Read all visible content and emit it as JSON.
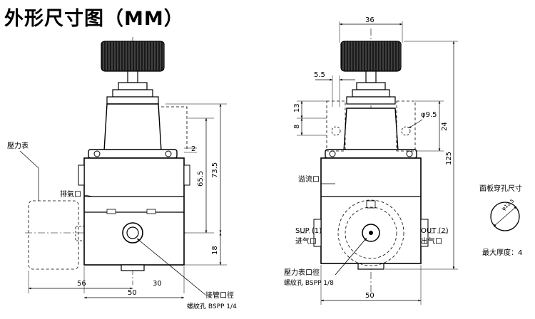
{
  "title": "外形尺寸图（MM）",
  "front_view": {
    "labels": {
      "gauge": "壓力表",
      "exhaust": "排氣口",
      "piping_port": "接管口徑",
      "thread": "螺紋孔 BSPP 1/4"
    },
    "dims": {
      "d2": "2",
      "d65_5": "65.5",
      "d73_5": "73.5",
      "d18": "18",
      "d56": "56",
      "d50": "50",
      "d30": "30"
    }
  },
  "side_view": {
    "labels": {
      "relief": "溢流口",
      "sup": "SUP (1)",
      "inlet": "进气口",
      "out": "OUT (2)",
      "outlet": "出气口",
      "gauge_port": "壓力表口徑",
      "thread": "螺紋孔 BSPP 1/8"
    },
    "dims": {
      "d36": "36",
      "d5_5": "5.5",
      "d13": "13",
      "d8": "8",
      "phi9_5": "φ9.5",
      "d24": "24",
      "d125": "125",
      "d50": "50"
    }
  },
  "panel": {
    "title": "面板穿孔尺寸",
    "hole": "φ12.5",
    "max_thickness": "最大厚度：4"
  }
}
